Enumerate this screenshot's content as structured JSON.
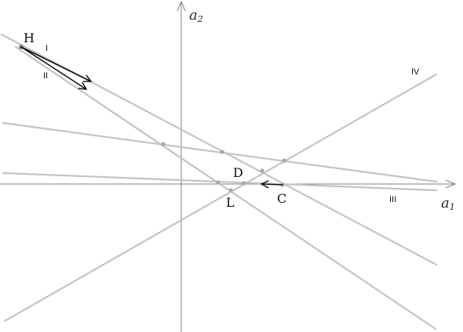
{
  "axes": {
    "horizontal": {
      "symbol": "a",
      "subscript": "1"
    },
    "vertical": {
      "symbol": "a",
      "subscript": "2"
    }
  },
  "points": {
    "H": "H",
    "D": "D",
    "L": "L",
    "C": "C"
  },
  "line_labels": {
    "I": "I",
    "II": "II",
    "III": "III",
    "IV": "IV"
  },
  "colors": {
    "lines": "#c4c4c4",
    "axes": "#808080",
    "vectors": "#111111"
  }
}
